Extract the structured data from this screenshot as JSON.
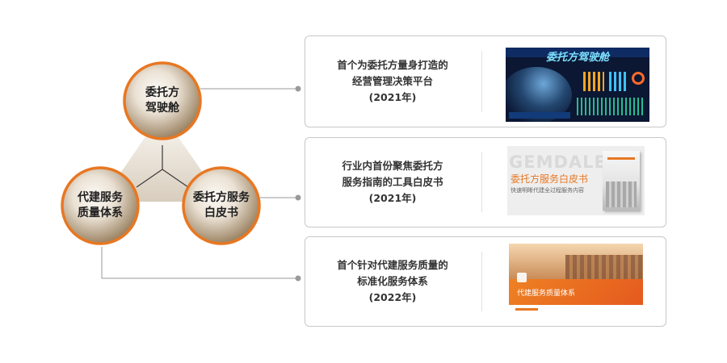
{
  "circles": [
    {
      "line1": "委托方",
      "line2": "驾驶舱"
    },
    {
      "line1": "代建服务",
      "line2": "质量体系"
    },
    {
      "line1": "委托方服务",
      "line2": "白皮书"
    }
  ],
  "cards": [
    {
      "line1": "首个为委托方量身打造的",
      "line2": "经营管理决策平台",
      "line3": "(2021年)"
    },
    {
      "line1": "行业内首份聚焦委托方",
      "line2": "服务指南的工具白皮书",
      "line3": "(2021年)"
    },
    {
      "line1": "首个针对代建服务质量的",
      "line2": "标准化服务体系",
      "line3": "(2022年)"
    }
  ],
  "thumbs": {
    "dashboard_title": "委托方驾驶舱",
    "whitepaper_bg_text": "GEMDALE",
    "whitepaper_title": "委托方服务白皮书",
    "whitepaper_subtitle": "快速明晰代建全过程服务内容",
    "quality_title": "代建服务质量体系"
  },
  "colors": {
    "accent_orange": "#e87722",
    "connector_gray": "#9a9a9a",
    "card_border": "#c8c8c8",
    "text_dark": "#333333"
  }
}
